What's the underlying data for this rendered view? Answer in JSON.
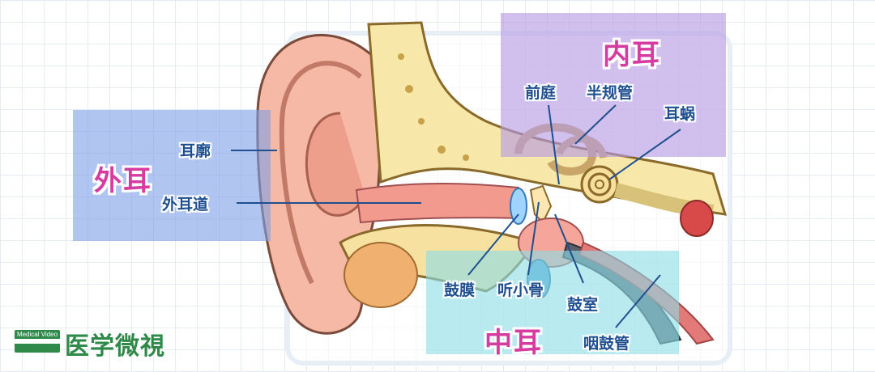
{
  "regions": {
    "outer": "外耳",
    "middle": "中耳",
    "inner": "内耳"
  },
  "labels": {
    "auricle": "耳廓",
    "ear_canal": "外耳道",
    "vestibule": "前庭",
    "semicircular_canals": "半规管",
    "cochlea": "耳蜗",
    "eardrum": "鼓膜",
    "ossicles": "听小骨",
    "tympanic_cavity": "鼓室",
    "eustachian_tube": "咽鼓管"
  },
  "logo": {
    "badge": "Medical Video",
    "name": "医学微視"
  },
  "colors": {
    "region_title": "#d63ba0",
    "label_text": "#1f4f8f",
    "outer_region": "#7fa2e6",
    "inner_region": "#b59ae4",
    "middle_region": "#8ddde6",
    "logo_green": "#2f8a4a"
  }
}
